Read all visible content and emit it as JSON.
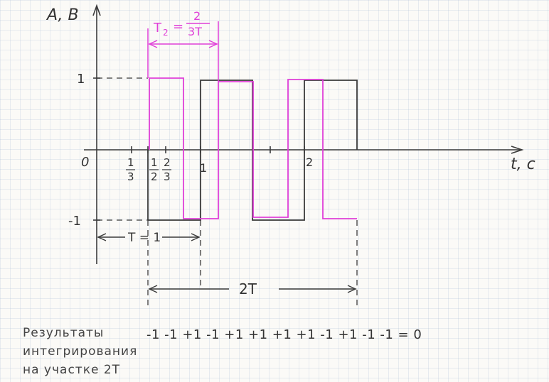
{
  "axes": {
    "y_label": "A, B",
    "x_label": "t, c",
    "origin_label": "0",
    "y_ticks": [
      "1",
      "-1"
    ],
    "x_ticks": [
      {
        "num": "1",
        "den": "3"
      },
      {
        "num": "1",
        "den": "2"
      },
      {
        "num": "2",
        "den": "3"
      },
      {
        "whole": "1"
      },
      {
        "whole": "2"
      }
    ]
  },
  "annotations": {
    "t2_lhs": "T",
    "t2_sub": "2",
    "t2_eq": "=",
    "t2_num": "2",
    "t2_den": "3T",
    "period": "T = 1",
    "double_period": "2T"
  },
  "caption_lines": [
    "Результаты",
    "интегрирования",
    "на участке 2T"
  ],
  "integration_sum": "-1 -1 +1 -1 +1 +1 +1 +1 -1 +1 -1 -1 = 0",
  "colors": {
    "black_signal": "#3a3a3a",
    "magenta_signal": "#e040d8"
  }
}
